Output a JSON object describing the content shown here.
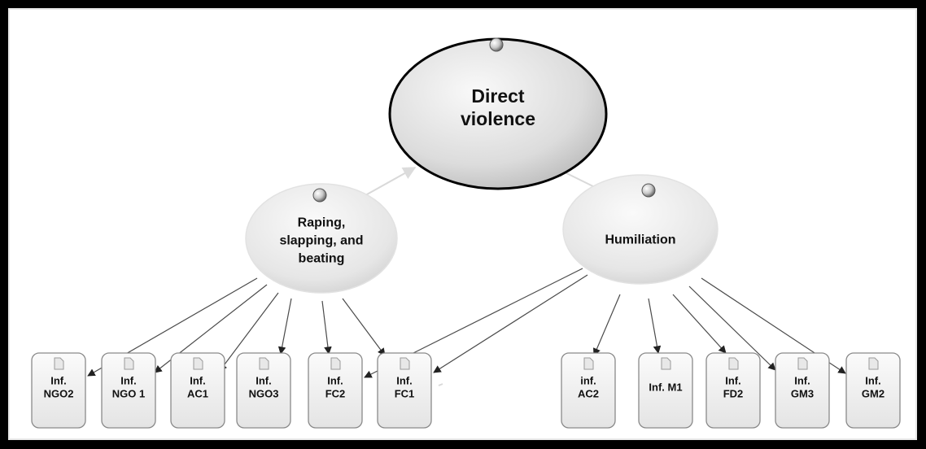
{
  "diagram": {
    "root": {
      "id": "direct",
      "lines": [
        "Direct",
        "violence"
      ]
    },
    "themes": [
      {
        "id": "raping",
        "lines": [
          "Raping,",
          "slapping, and",
          "beating"
        ]
      },
      {
        "id": "humiliation",
        "lines": [
          "Humiliation"
        ]
      }
    ],
    "sources": [
      {
        "id": "ngo2",
        "lines": [
          "Inf.",
          "NGO2"
        ]
      },
      {
        "id": "ngo1",
        "lines": [
          "Inf.",
          "NGO 1"
        ]
      },
      {
        "id": "ac1",
        "lines": [
          "Inf.",
          "AC1"
        ]
      },
      {
        "id": "ngo3",
        "lines": [
          "Inf.",
          "NGO3"
        ]
      },
      {
        "id": "fc2",
        "lines": [
          "Inf.",
          "FC2"
        ]
      },
      {
        "id": "fc1",
        "lines": [
          "Inf.",
          "FC1"
        ]
      },
      {
        "id": "ac2",
        "lines": [
          "inf.",
          "AC2"
        ]
      },
      {
        "id": "m1",
        "lines": [
          "Inf. M1"
        ]
      },
      {
        "id": "fd2",
        "lines": [
          "Inf.",
          "FD2"
        ]
      },
      {
        "id": "gm3",
        "lines": [
          "Inf.",
          "GM3"
        ]
      },
      {
        "id": "gm2",
        "lines": [
          "Inf.",
          "GM2"
        ]
      }
    ],
    "edges": [
      {
        "from": "raping",
        "to": "direct",
        "style": "faint"
      },
      {
        "from": "humiliation",
        "to": "direct",
        "style": "faint"
      },
      {
        "from": "raping",
        "to": "ngo2"
      },
      {
        "from": "raping",
        "to": "ngo1"
      },
      {
        "from": "raping",
        "to": "ac1"
      },
      {
        "from": "raping",
        "to": "ngo3"
      },
      {
        "from": "raping",
        "to": "fc2"
      },
      {
        "from": "raping",
        "to": "fc1"
      },
      {
        "from": "humiliation",
        "to": "fc2"
      },
      {
        "from": "humiliation",
        "to": "fc1"
      },
      {
        "from": "humiliation",
        "to": "ac2"
      },
      {
        "from": "humiliation",
        "to": "m1"
      },
      {
        "from": "humiliation",
        "to": "fd2"
      },
      {
        "from": "humiliation",
        "to": "gm3"
      },
      {
        "from": "humiliation",
        "to": "gm2"
      }
    ],
    "colors": {
      "frame": "#000000",
      "background": "#ffffff",
      "ellipse_light": "#f7f7f7",
      "ellipse_dark": "#d2d2d2",
      "card_fill": "#f2f2f2",
      "card_stroke": "#8a8a8a",
      "edge": "#4a4a4a",
      "edge_faint": "#d9d9d9"
    }
  }
}
